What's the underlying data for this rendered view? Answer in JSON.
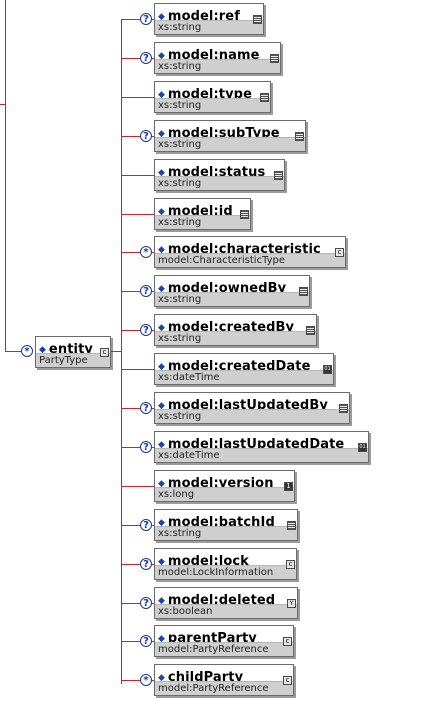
{
  "root": {
    "name": "entity",
    "type": "PartyType",
    "cardinality": "*"
  },
  "children": [
    {
      "name": "model:ref",
      "type": "xs:string",
      "optional": true,
      "cardinality": "?",
      "badge": "lines"
    },
    {
      "name": "model:name",
      "type": "xs:string",
      "optional": true,
      "cardinality": "?",
      "badge": "lines"
    },
    {
      "name": "model:type",
      "type": "xs:string",
      "optional": false,
      "cardinality": "",
      "badge": "lines"
    },
    {
      "name": "model:subType",
      "type": "xs:string",
      "optional": true,
      "cardinality": "?",
      "badge": "lines"
    },
    {
      "name": "model:status",
      "type": "xs:string",
      "optional": false,
      "cardinality": "",
      "badge": "lines"
    },
    {
      "name": "model:id",
      "type": "xs:string",
      "optional": false,
      "cardinality": "",
      "badge": "lines"
    },
    {
      "name": "model:characteristic",
      "type": "model:CharacteristicType",
      "optional": true,
      "cardinality": "*",
      "badge": "c"
    },
    {
      "name": "model:ownedBy",
      "type": "xs:string",
      "optional": true,
      "cardinality": "?",
      "badge": "lines"
    },
    {
      "name": "model:createdBy",
      "type": "xs:string",
      "optional": true,
      "cardinality": "?",
      "badge": "lines"
    },
    {
      "name": "model:createdDate",
      "type": "xs:dateTime",
      "optional": false,
      "cardinality": "",
      "badge": "01"
    },
    {
      "name": "model:lastUpdatedBy",
      "type": "xs:string",
      "optional": true,
      "cardinality": "?",
      "badge": "lines"
    },
    {
      "name": "model:lastUpdatedDate",
      "type": "xs:dateTime",
      "optional": true,
      "cardinality": "?",
      "badge": "01"
    },
    {
      "name": "model:version",
      "type": "xs:long",
      "optional": false,
      "cardinality": "",
      "badge": "1"
    },
    {
      "name": "model:batchId",
      "type": "xs:string",
      "optional": true,
      "cardinality": "?",
      "badge": "lines"
    },
    {
      "name": "model:lock",
      "type": "model:LockInformation",
      "optional": true,
      "cardinality": "?",
      "badge": "c"
    },
    {
      "name": "model:deleted",
      "type": "xs:boolean",
      "optional": true,
      "cardinality": "?",
      "badge": "yn"
    },
    {
      "name": "parentParty",
      "type": "model:PartyReference",
      "optional": true,
      "cardinality": "?",
      "badge": "c"
    },
    {
      "name": "childParty",
      "type": "model:PartyReference",
      "optional": true,
      "cardinality": "*",
      "badge": "c"
    }
  ],
  "colors": {
    "connector": "#cc2222",
    "cardinality": "#1a3a99",
    "diamond": "#1d43a8",
    "type_bar": "#cfcfcf"
  }
}
